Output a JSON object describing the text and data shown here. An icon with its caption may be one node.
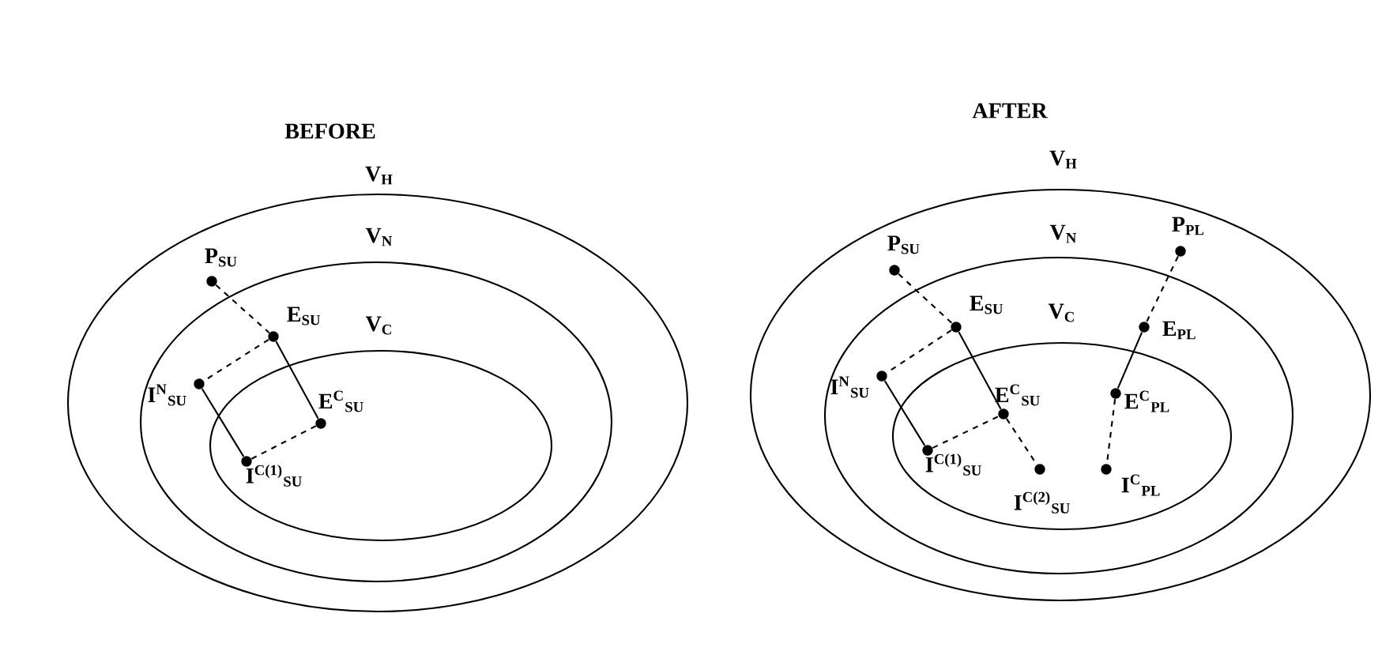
{
  "diagram": {
    "nodes": [
      {
        "text": [
          "V$_{H}$"
        ]
      },
      {
        "text": [
          "V$_{N}$"
        ],
        "in": 0
      },
      {
        "text": [
          "V$_{C}$"
        ],
        "in": 1
      },
      {
        "text": [
          "P$_{SU}$"
        ],
        "in": 0
      },
      {
        "text": [
          "E$_{SU}$"
        ],
        "in": 1
      },
      {
        "text": [
          "I$^{N}$$_{SU}$"
        ],
        "in": 1
      },
      {
        "text": [
          "E$^{C}$$_{SU}$"
        ],
        "in": 2
      },
      {
        "text": [
          "I$^{C(1)}$$_{SU}$"
        ],
        "in": 2
      },
      {
        "text": [
          "V$_{H}$"
        ]
      },
      {
        "text": [
          "V$_{N}$"
        ],
        "in": 8
      },
      {
        "text": [
          "V$_{C}$"
        ],
        "in": 9
      },
      {
        "text": [
          "P$_{SU}$"
        ],
        "in": 8
      },
      {
        "text": [
          "P$_{PL}$"
        ],
        "in": 8
      },
      {
        "text": [
          "E$_{SU}$"
        ],
        "in": 9
      },
      {
        "text": [
          "E$_{PL}$"
        ],
        "in": 9
      },
      {
        "text": [
          "I$^{N}$$_{SU}$"
        ],
        "in": 9
      },
      {
        "text": [
          "E$^{C}$$_{SU}$"
        ],
        "in": 10
      },
      {
        "text": [
          "E$^{C}$$_{PL}$"
        ],
        "in": 10
      },
      {
        "text": [
          "I$^{C(1)}$$_{SU}$"
        ],
        "in": 10
      },
      {
        "text": [
          "I$^{C(2)}$$_{SU}$"
        ],
        "in": 10
      },
      {
        "text": [
          "I$^{C}$$_{PL}$"
        ],
        "in": 10
      }
    ],
    "edges": [
      {
        "from": 3,
        "to": 4,
        "arrow": "none",
        "style": "dashed"
      },
      {
        "from": 4,
        "to": 5,
        "arrow": "none",
        "style": "dashed"
      },
      {
        "from": 4,
        "to": 6,
        "arrow": "none"
      },
      {
        "from": 5,
        "to": 7,
        "arrow": "none"
      },
      {
        "from": 7,
        "to": 6,
        "arrow": "none",
        "style": "dashed"
      },
      {
        "from": 11,
        "to": 13,
        "arrow": "none",
        "style": "dashed"
      },
      {
        "from": 13,
        "to": 15,
        "arrow": "none",
        "style": "dashed"
      },
      {
        "from": 13,
        "to": 16,
        "arrow": "none"
      },
      {
        "from": 15,
        "to": 18,
        "arrow": "none"
      },
      {
        "from": 18,
        "to": 16,
        "arrow": "none",
        "style": "dashed"
      },
      {
        "from": 16,
        "to": 19,
        "arrow": "none",
        "style": "dashed"
      },
      {
        "from": 12,
        "to": 14,
        "arrow": "none",
        "style": "dashed"
      },
      {
        "from": 14,
        "to": 17,
        "arrow": "none"
      },
      {
        "from": 17,
        "to": 20,
        "arrow": "none",
        "style": "dashed"
      }
    ],
    "labels": [
      "BEFORE",
      "AFTER"
    ]
  }
}
